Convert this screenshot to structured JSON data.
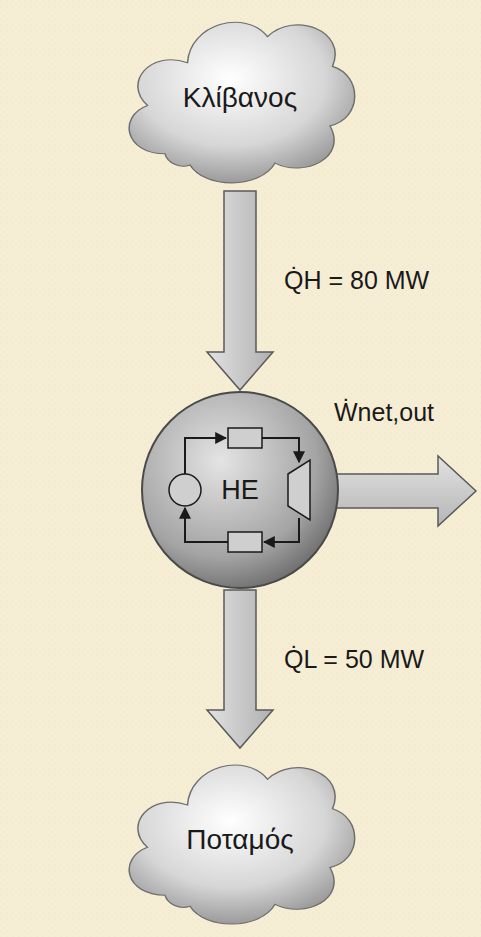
{
  "diagram": {
    "nodes": [
      {
        "text": [
          "Κλίβανος"
        ]
      },
      {
        "text": [
          "HE"
        ]
      },
      {
        "text": [
          "Ποταμός"
        ]
      }
    ],
    "edges": [
      {
        "from": 0,
        "to": 1,
        "arrow": "to",
        "label": "Q̇H = 80 MW"
      },
      {
        "from": 1,
        "to": 2,
        "arrow": "to",
        "label": "Q̇L = 50 MW"
      }
    ],
    "labels": [
      "Ẇnet,out"
    ]
  }
}
